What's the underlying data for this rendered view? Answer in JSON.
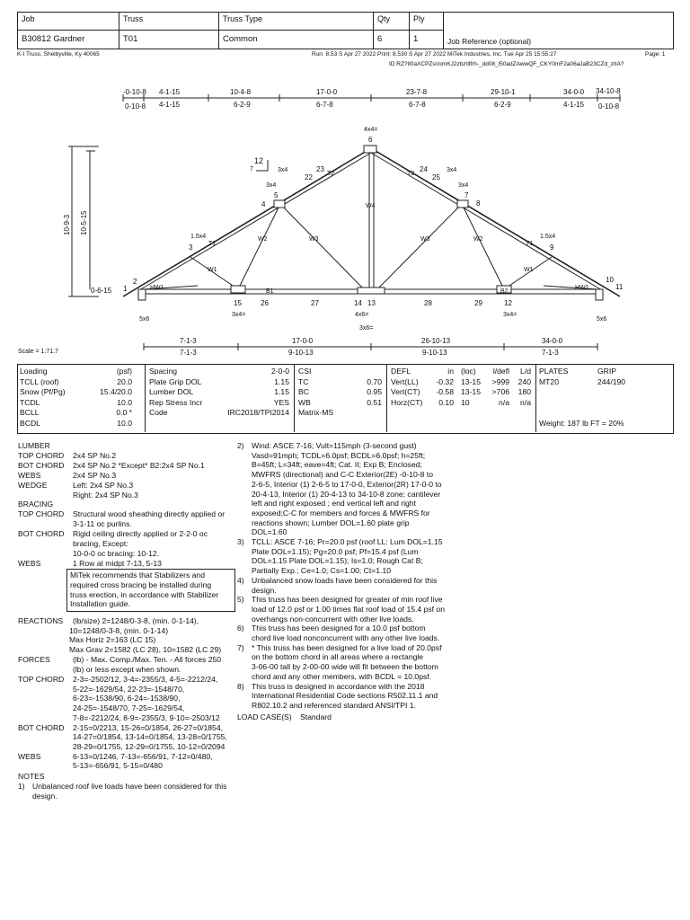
{
  "header": {
    "job_label": "Job",
    "job_value": "B30812 Gardner",
    "truss_label": "Truss",
    "truss_value": "T01",
    "type_label": "Truss Type",
    "type_value": "Common",
    "qty_label": "Qty",
    "qty_value": "6",
    "ply_label": "Ply",
    "ply_value": "1",
    "jobref": "Job Reference (optional)",
    "company": "K-I Truss, Shelbyville, Ky 40065",
    "run": "Run: 8.53 S  Apr 27 2022 Print: 8.530 S Apr 27 2022 MiTek Industries, Inc. Tue Apr 25 15:55:27",
    "page": "Page: 1",
    "id": "ID:RZ?Il0aXCPZs\\/omKJ2zbz\\llfrh-_dd08_l50adZAwwQF_CKY0mF2a06aJaB23CZd_zIIA?"
  },
  "dims_top": {
    "lower": [
      "0-10-8",
      "4-1-15",
      "6-2-9",
      "6-7-8",
      "6-7-8",
      "6-2-9",
      "4-1-15",
      "0-10-8"
    ],
    "upper": [
      "-0-10-8",
      "4-1-15",
      "10-4-8",
      "17-0-0",
      "23-7-8",
      "29-10-1",
      "34-0-0",
      "34-10-8"
    ]
  },
  "dims_bottom": {
    "upper": [
      "7-1-3",
      "17-0-0",
      "26-10-13",
      "34-0-0"
    ],
    "lower": [
      "7-1-3",
      "9-10-13",
      "9-10-13",
      "7-1-3"
    ]
  },
  "heights": [
    "10-9-3",
    "10-5-15",
    "0-6-15"
  ],
  "pitch": {
    "rise": "12",
    "run": "7"
  },
  "scale": "Scale = 1:71.7",
  "plates": {
    "p6": "4x4=",
    "p5": "3x4",
    "p5b": "3x4",
    "p7": "3x4",
    "p7b": "3x4",
    "p3": "1.5x4",
    "p9": "1.5x4",
    "p1": "5x6",
    "p10": "5x6",
    "p15": "3x4=",
    "p12": "3x4=",
    "p13": "4x6=",
    "p13b": "3x6="
  },
  "joints": [
    "1",
    "2",
    "3",
    "4",
    "5",
    "6",
    "7",
    "8",
    "9",
    "10",
    "11",
    "12",
    "13",
    "14",
    "15",
    "22",
    "23",
    "24",
    "25",
    "26",
    "27",
    "28",
    "29"
  ],
  "members": [
    "T1",
    "T2",
    "T2",
    "T1",
    "W1",
    "W2",
    "W3",
    "W4",
    "W3",
    "W2",
    "W1",
    "HW1",
    "HW1",
    "B1",
    "B2"
  ],
  "loading": {
    "rows": [
      [
        "Loading",
        "(psf)",
        "Spacing",
        "2-0-0",
        "CSI",
        "",
        "DEFL",
        "in",
        "(loc)",
        "l/defl",
        "L/d",
        "PLATES",
        "GRIP"
      ],
      [
        "TCLL (roof)",
        "20.0",
        "Plate Grip DOL",
        "1.15",
        "TC",
        "0.70",
        "Vert(LL)",
        "-0.32",
        "13-15",
        ">999",
        "240",
        "MT20",
        "244/190"
      ],
      [
        "Snow (Pf/Pg)",
        "15.4/20.0",
        "Lumber DOL",
        "1.15",
        "BC",
        "0.95",
        "Vert(CT)",
        "-0.58",
        "13-15",
        ">706",
        "180",
        "",
        ""
      ],
      [
        "TCDL",
        "10.0",
        "Rep Stress Incr",
        "YES",
        "WB",
        "0.51",
        "Horz(CT)",
        "0.10",
        "10",
        "n/a",
        "n/a",
        "",
        ""
      ],
      [
        "BCLL",
        "0.0 *",
        "Code",
        "IRC2018/TPI2014",
        "Matrix-MS",
        "",
        "",
        "",
        "",
        "",
        "",
        "",
        ""
      ],
      [
        "BCDL",
        "10.0",
        "",
        "",
        "",
        "",
        "",
        "",
        "",
        "",
        "",
        "",
        ""
      ]
    ],
    "weight": "Weight: 187 lb    FT = 20%"
  },
  "left_text": [
    [
      "LUMBER",
      ""
    ],
    [
      "TOP CHORD",
      "2x4 SP No.2"
    ],
    [
      "BOT CHORD",
      "2x4 SP No.2 *Except* B2:2x4 SP No.1"
    ],
    [
      "WEBS",
      "2x4 SP No.3"
    ],
    [
      "WEDGE",
      "Left: 2x4 SP No.3"
    ],
    [
      "",
      "Right: 2x4 SP No.3"
    ],
    [
      "BRACING",
      ""
    ],
    [
      "TOP CHORD",
      "Structural wood sheathing directly applied or"
    ],
    [
      "",
      "3-1-11 oc purlins."
    ],
    [
      "BOT CHORD",
      "Rigid ceiling directly applied or 2-2-0 oc"
    ],
    [
      "",
      "bracing,   Except:"
    ],
    [
      "",
      "10-0-0 oc bracing: 10-12."
    ],
    [
      "WEBS",
      "1 Row at midpt        7-13, 5-13"
    ]
  ],
  "mitek_note": [
    "MiTek recommends that Stabilizers and",
    "required cross bracing be installed during",
    "truss erection, in accordance with Stabilizer",
    "Installation guide."
  ],
  "left_text2": [
    [
      "REACTIONS",
      "(lb/size)    2=1248/0-3-8, (min. 0-1-14),"
    ],
    [
      "",
      "10=1248/0-3-8, (min. 0-1-14)"
    ],
    [
      "",
      "Max Horiz  2=163 (LC 15)"
    ],
    [
      "",
      "Max Grav  2=1582 (LC 28), 10=1582 (LC 29)"
    ],
    [
      "FORCES",
      "(lb) - Max. Comp./Max. Ten. - All forces 250"
    ],
    [
      "",
      "(lb) or less except when shown."
    ],
    [
      "TOP CHORD",
      "2-3=-2502/12, 3-4=-2355/3, 4-5=-2212/24,"
    ],
    [
      "",
      "5-22=-1629/54, 22-23=-1548/70,"
    ],
    [
      "",
      "6-23=-1538/90, 6-24=-1538/90,"
    ],
    [
      "",
      "24-25=-1548/70, 7-25=-1629/54,"
    ],
    [
      "",
      "7-8=-2212/24, 8-9=-2355/3, 9-10=-2503/12"
    ],
    [
      "BOT CHORD",
      "2-15=0/2213, 15-26=0/1854, 26-27=0/1854,"
    ],
    [
      "",
      "14-27=0/1854, 13-14=0/1854, 13-28=0/1755,"
    ],
    [
      "",
      "28-29=0/1755, 12-29=0/1755, 10-12=0/2094"
    ],
    [
      "WEBS",
      "6-13=0/1246, 7-13=-656/91, 7-12=0/480,"
    ],
    [
      "",
      "5-13=-656/91, 5-15=0/480"
    ],
    [
      "NOTES",
      ""
    ],
    [
      "1)",
      "Unbalanced roof live loads have been considered for this"
    ],
    [
      "",
      "design."
    ]
  ],
  "right_text": [
    [
      "2)",
      "Wind: ASCE 7-16; Vult=115mph (3-second gust)"
    ],
    [
      "",
      "Vasd=91mph; TCDL=6.0psf; BCDL=6.0psf; h=25ft;"
    ],
    [
      "",
      "B=45ft; L=34ft; eave=4ft; Cat. II; Exp B; Enclosed;"
    ],
    [
      "",
      "MWFRS (directional) and C-C Exterior(2E) -0-10-8 to"
    ],
    [
      "",
      "2-6-5, Interior (1) 2-6-5 to 17-0-0, Exterior(2R) 17-0-0 to"
    ],
    [
      "",
      "20-4-13, Interior (1) 20-4-13 to 34-10-8 zone; cantilever"
    ],
    [
      "",
      "left and right exposed ; end vertical left and right"
    ],
    [
      "",
      "exposed;C-C for members and forces & MWFRS for"
    ],
    [
      "",
      "reactions shown; Lumber DOL=1.60 plate grip"
    ],
    [
      "",
      "DOL=1.60"
    ],
    [
      "3)",
      "TCLL: ASCE 7-16; Pr=20.0 psf (roof LL: Lum DOL=1.15"
    ],
    [
      "",
      "Plate DOL=1.15); Pg=20.0 psf; Pf=15.4 psf (Lum"
    ],
    [
      "",
      "DOL=1.15 Plate DOL=1.15); Is=1.0; Rough Cat B;"
    ],
    [
      "",
      "Partially Exp.; Ce=1.0; Cs=1.00; Ct=1.10"
    ],
    [
      "4)",
      "Unbalanced snow loads have been considered for this"
    ],
    [
      "",
      "design."
    ],
    [
      "5)",
      "This truss has been designed for greater of min roof live"
    ],
    [
      "",
      "load of 12.0 psf or 1.00 times flat roof load of 15.4 psf on"
    ],
    [
      "",
      "overhangs non-concurrent with other live loads."
    ],
    [
      "6)",
      "This truss has been designed for a 10.0 psf bottom"
    ],
    [
      "",
      "chord live load nonconcurrent with any other live loads."
    ],
    [
      "7)",
      "* This truss has been designed for a live load of 20.0psf"
    ],
    [
      "",
      "on the bottom chord in all areas where a rectangle"
    ],
    [
      "",
      "3-06-00 tall by 2-00-00 wide will fit between the bottom"
    ],
    [
      "",
      "chord and any other members, with BCDL = 10.0psf."
    ],
    [
      "8)",
      "This truss is designed in accordance with the 2018"
    ],
    [
      "",
      "International Residential Code sections R502.11.1 and"
    ],
    [
      "",
      "R802.10.2 and referenced standard ANSI/TPI 1."
    ],
    [
      "LOAD CASE(S)",
      "Standard"
    ]
  ]
}
